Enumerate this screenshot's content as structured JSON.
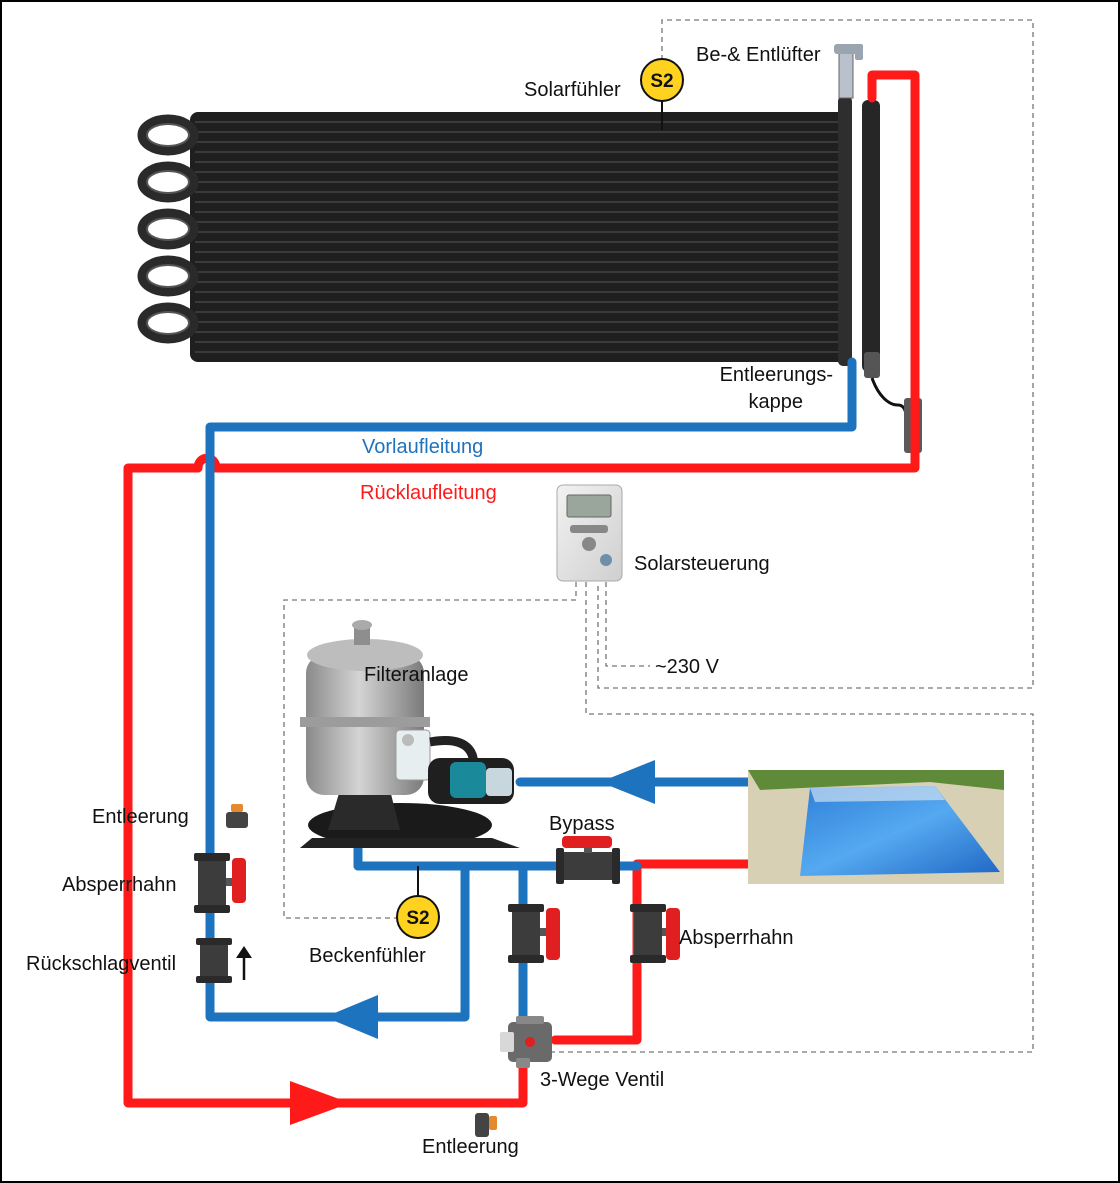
{
  "labels": {
    "solar_sensor": "Solarfühler",
    "sensor_badge": "S2",
    "vent": "Be-& Entlüfter",
    "drain_cap_1": "Entleerungs-",
    "drain_cap_2": "kappe",
    "flow_line": "Vorlaufleitung",
    "return_line": "Rücklaufleitung",
    "solar_control": "Solarsteuerung",
    "voltage": "~230 V",
    "filter_system": "Filteranlage",
    "bypass": "Bypass",
    "drain_left": "Entleerung",
    "shutoff_left": "Absperrhahn",
    "check_valve": "Rückschlagventil",
    "pool_sensor": "Beckenfühler",
    "shutoff_right": "Absperrhahn",
    "three_way_valve": "3-Wege Ventil",
    "drain_bottom": "Entleerung"
  },
  "colors": {
    "flow": "#1e73be",
    "return": "#ff1a1a",
    "badge": "#ffd21f",
    "collector": "#2b2b2b",
    "valve_body": "#3c3c3c",
    "valve_handle": "#e02020"
  }
}
